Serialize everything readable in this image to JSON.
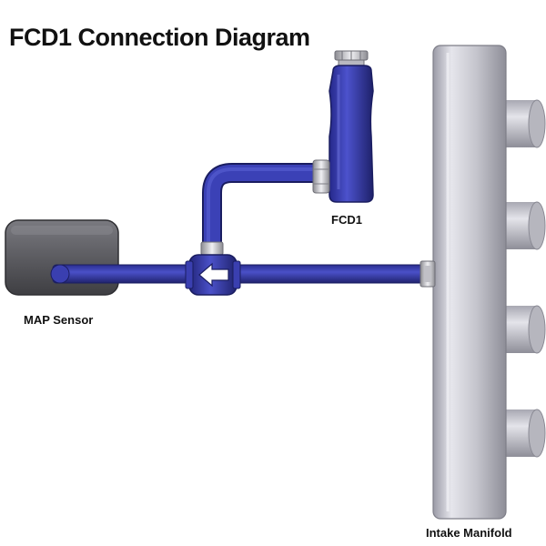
{
  "title": "FCD1 Connection Diagram",
  "labels": {
    "fcd1": "FCD1",
    "map_sensor": "MAP Sensor",
    "intake_manifold": "Intake Manifold"
  },
  "colors": {
    "hose_blue": "#3a3fb0",
    "hose_blue_dark": "#232779",
    "manifold_gray": "#c9c9d1",
    "sensor_gray": "#5b5b60",
    "fitting_silver": "#d8d8dc"
  },
  "icons": {
    "flow_direction": "arrow-left-icon"
  }
}
